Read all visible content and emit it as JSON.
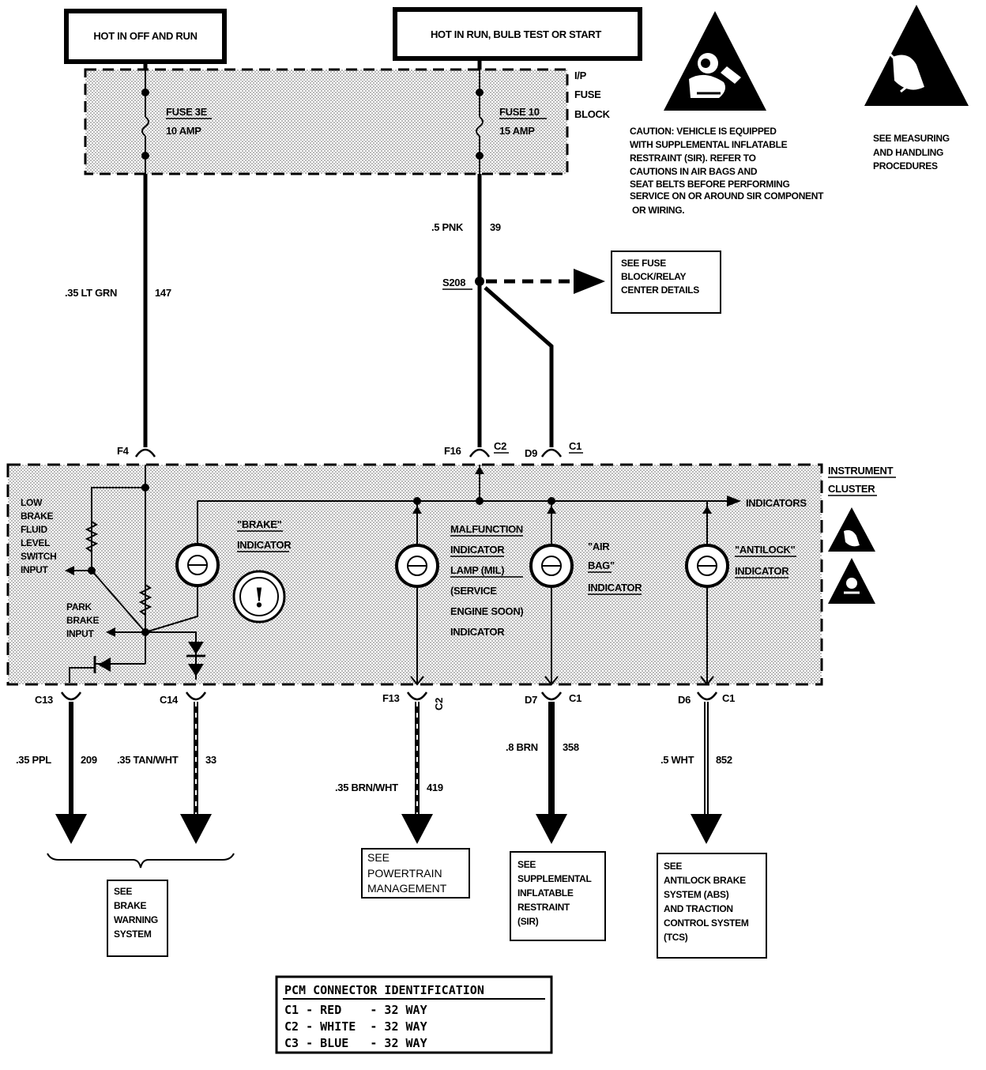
{
  "power_sources": {
    "left": "HOT IN OFF AND RUN",
    "right": "HOT IN RUN, BULB TEST OR START"
  },
  "fuse_block": {
    "label_line1": "I/P",
    "label_line2": "FUSE",
    "label_line3": "BLOCK",
    "fuse_left_name": "FUSE 3E",
    "fuse_left_rating": "10 AMP",
    "fuse_right_name": "FUSE 10",
    "fuse_right_rating": "15 AMP"
  },
  "caution": {
    "lines": [
      "CAUTION: VEHICLE IS EQUIPPED",
      "WITH SUPPLEMENTAL INFLATABLE",
      "RESTRAINT (SIR). REFER TO",
      "CAUTIONS IN AIR BAGS AND",
      "SEAT BELTS BEFORE PERFORMING",
      "SERVICE ON OR AROUND SIR COMPONENT",
      "OR WIRING."
    ]
  },
  "esd_note": {
    "lines": [
      "SEE MEASURING",
      "AND HANDLING",
      "PROCEDURES"
    ]
  },
  "wires": {
    "left_gauge": ".35 LT GRN",
    "left_circuit": "147",
    "right_gauge": ".5 PNK",
    "right_circuit": "39",
    "splice": "S208",
    "c13_gauge": ".35 PPL",
    "c13_circuit": "209",
    "c14_gauge": ".35 TAN/WHT",
    "c14_circuit": "33",
    "f13_gauge": ".35 BRN/WHT",
    "f13_circuit": "419",
    "d7_gauge": ".8 BRN",
    "d7_circuit": "358",
    "d6_gauge": ".5 WHT",
    "d6_circuit": "852"
  },
  "fuse_details_ref": {
    "lines": [
      "SEE FUSE",
      "BLOCK/RELAY",
      "CENTER DETAILS"
    ]
  },
  "connectors": {
    "f4": "F4",
    "f16": "F16",
    "f16_conn": "C2",
    "d9": "D9",
    "d9_conn": "C1",
    "c13": "C13",
    "c14": "C14",
    "f13": "F13",
    "f13_conn": "C2",
    "d7": "D7",
    "d7_conn": "C1",
    "d6": "D6",
    "d6_conn": "C1"
  },
  "cluster": {
    "label_line1": "INSTRUMENT",
    "label_line2": "CLUSTER",
    "indicators_label": "INDICATORS",
    "low_brake_lines": [
      "LOW",
      "BRAKE",
      "FLUID",
      "LEVEL",
      "SWITCH",
      "INPUT"
    ],
    "park_brake_lines": [
      "PARK",
      "BRAKE",
      "INPUT"
    ],
    "brake_indicator_lines": [
      "\"BRAKE\"",
      "INDICATOR"
    ],
    "mil_lines": [
      "MALFUNCTION",
      "INDICATOR",
      "LAMP (MIL)",
      "(SERVICE",
      "ENGINE SOON)",
      "INDICATOR"
    ],
    "airbag_lines": [
      "\"AIR",
      "BAG\"",
      "INDICATOR"
    ],
    "antilock_lines": [
      "\"ANTILOCK\"",
      "INDICATOR"
    ]
  },
  "references": {
    "brake_warning": [
      "SEE",
      "BRAKE",
      "WARNING",
      "SYSTEM"
    ],
    "powertrain": [
      "SEE",
      "POWERTRAIN",
      "MANAGEMENT"
    ],
    "sir": [
      "SEE",
      "SUPPLEMENTAL",
      "INFLATABLE",
      "RESTRAINT",
      "(SIR)"
    ],
    "abs": [
      "SEE",
      "ANTILOCK BRAKE",
      "SYSTEM (ABS)",
      "AND TRACTION",
      "CONTROL SYSTEM",
      "(TCS)"
    ]
  },
  "pcm_table": {
    "title": "PCM CONNECTOR IDENTIFICATION",
    "rows": [
      "C1 - RED    - 32 WAY",
      "C2 - WHITE  - 32 WAY",
      "C3 - BLUE   - 32 WAY"
    ]
  }
}
